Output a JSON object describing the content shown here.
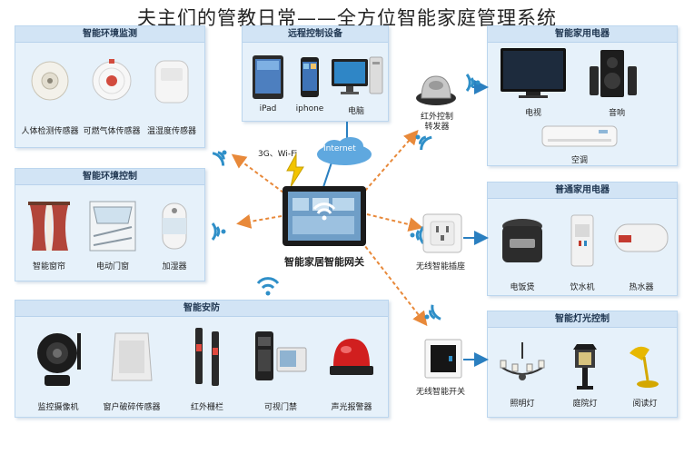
{
  "title": "夫主们的管教日常——全方位智能家庭管理系统",
  "hub": {
    "label": "智能家居智能网关",
    "network_3g_wifi": "3G、Wi-Fi",
    "internet": "Internet",
    "ir_transmitter": "红外控制\n转发器",
    "smart_socket": "无线智能插座",
    "smart_switch": "无线智能开关"
  },
  "panels": {
    "env_monitor": {
      "title": "智能环境监测",
      "items": [
        "人体检测传感器",
        "可燃气体传感器",
        "温湿度传感器"
      ]
    },
    "remote": {
      "title": "远程控制设备",
      "items": [
        "iPad",
        "iphone",
        "电脑"
      ]
    },
    "smart_appliances": {
      "title": "智能家用电器",
      "items": [
        "电视",
        "音响",
        "空调"
      ]
    },
    "env_control": {
      "title": "智能环境控制",
      "items": [
        "智能窗帘",
        "电动门窗",
        "加湿器"
      ]
    },
    "normal_appliances": {
      "title": "普通家用电器",
      "items": [
        "电饭煲",
        "饮水机",
        "热水器"
      ]
    },
    "security": {
      "title": "智能安防",
      "items": [
        "监控摄像机",
        "窗户破碎传感器",
        "红外栅栏",
        "可视门禁",
        "声光报警器"
      ]
    },
    "lighting": {
      "title": "智能灯光控制",
      "items": [
        "照明灯",
        "庭院灯",
        "阅读灯"
      ]
    }
  },
  "colors": {
    "panel_bg": "#e6f1fa",
    "panel_head": "#d2e4f5",
    "arrow_orange": "#e8893a",
    "arrow_blue": "#2a7fc0",
    "wifi": "#2f8fc8",
    "lightning": "#f2c400"
  }
}
